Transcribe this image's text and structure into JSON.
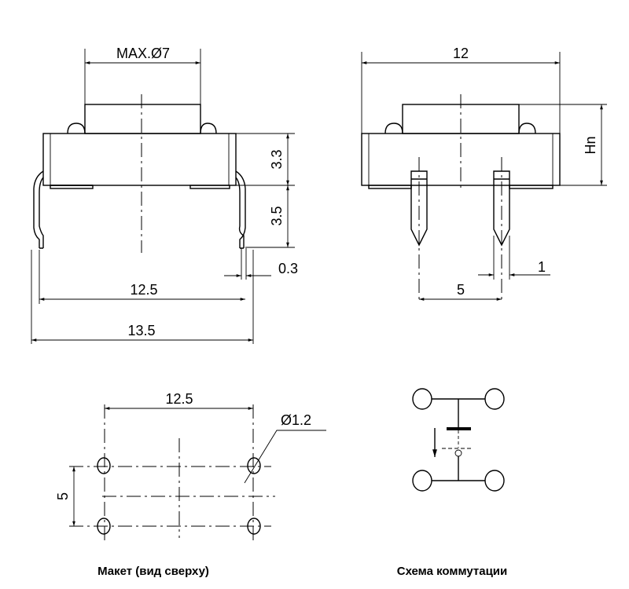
{
  "front_view": {
    "button_diameter": "MAX.Ø7",
    "body_height": "3.3",
    "pin_length": "3.5",
    "pin_thickness": "0.3",
    "inner_width": "12.5",
    "outer_width": "13.5"
  },
  "side_view": {
    "body_width": "12",
    "height_label": "Hn",
    "pin_spacing": "5",
    "pin_width": "1"
  },
  "layout": {
    "hole_spacing_x": "12.5",
    "hole_diameter": "Ø1.2",
    "hole_spacing_y": "5",
    "caption": "Макет (вид сверху)"
  },
  "schematic": {
    "caption": "Схема коммутации"
  }
}
